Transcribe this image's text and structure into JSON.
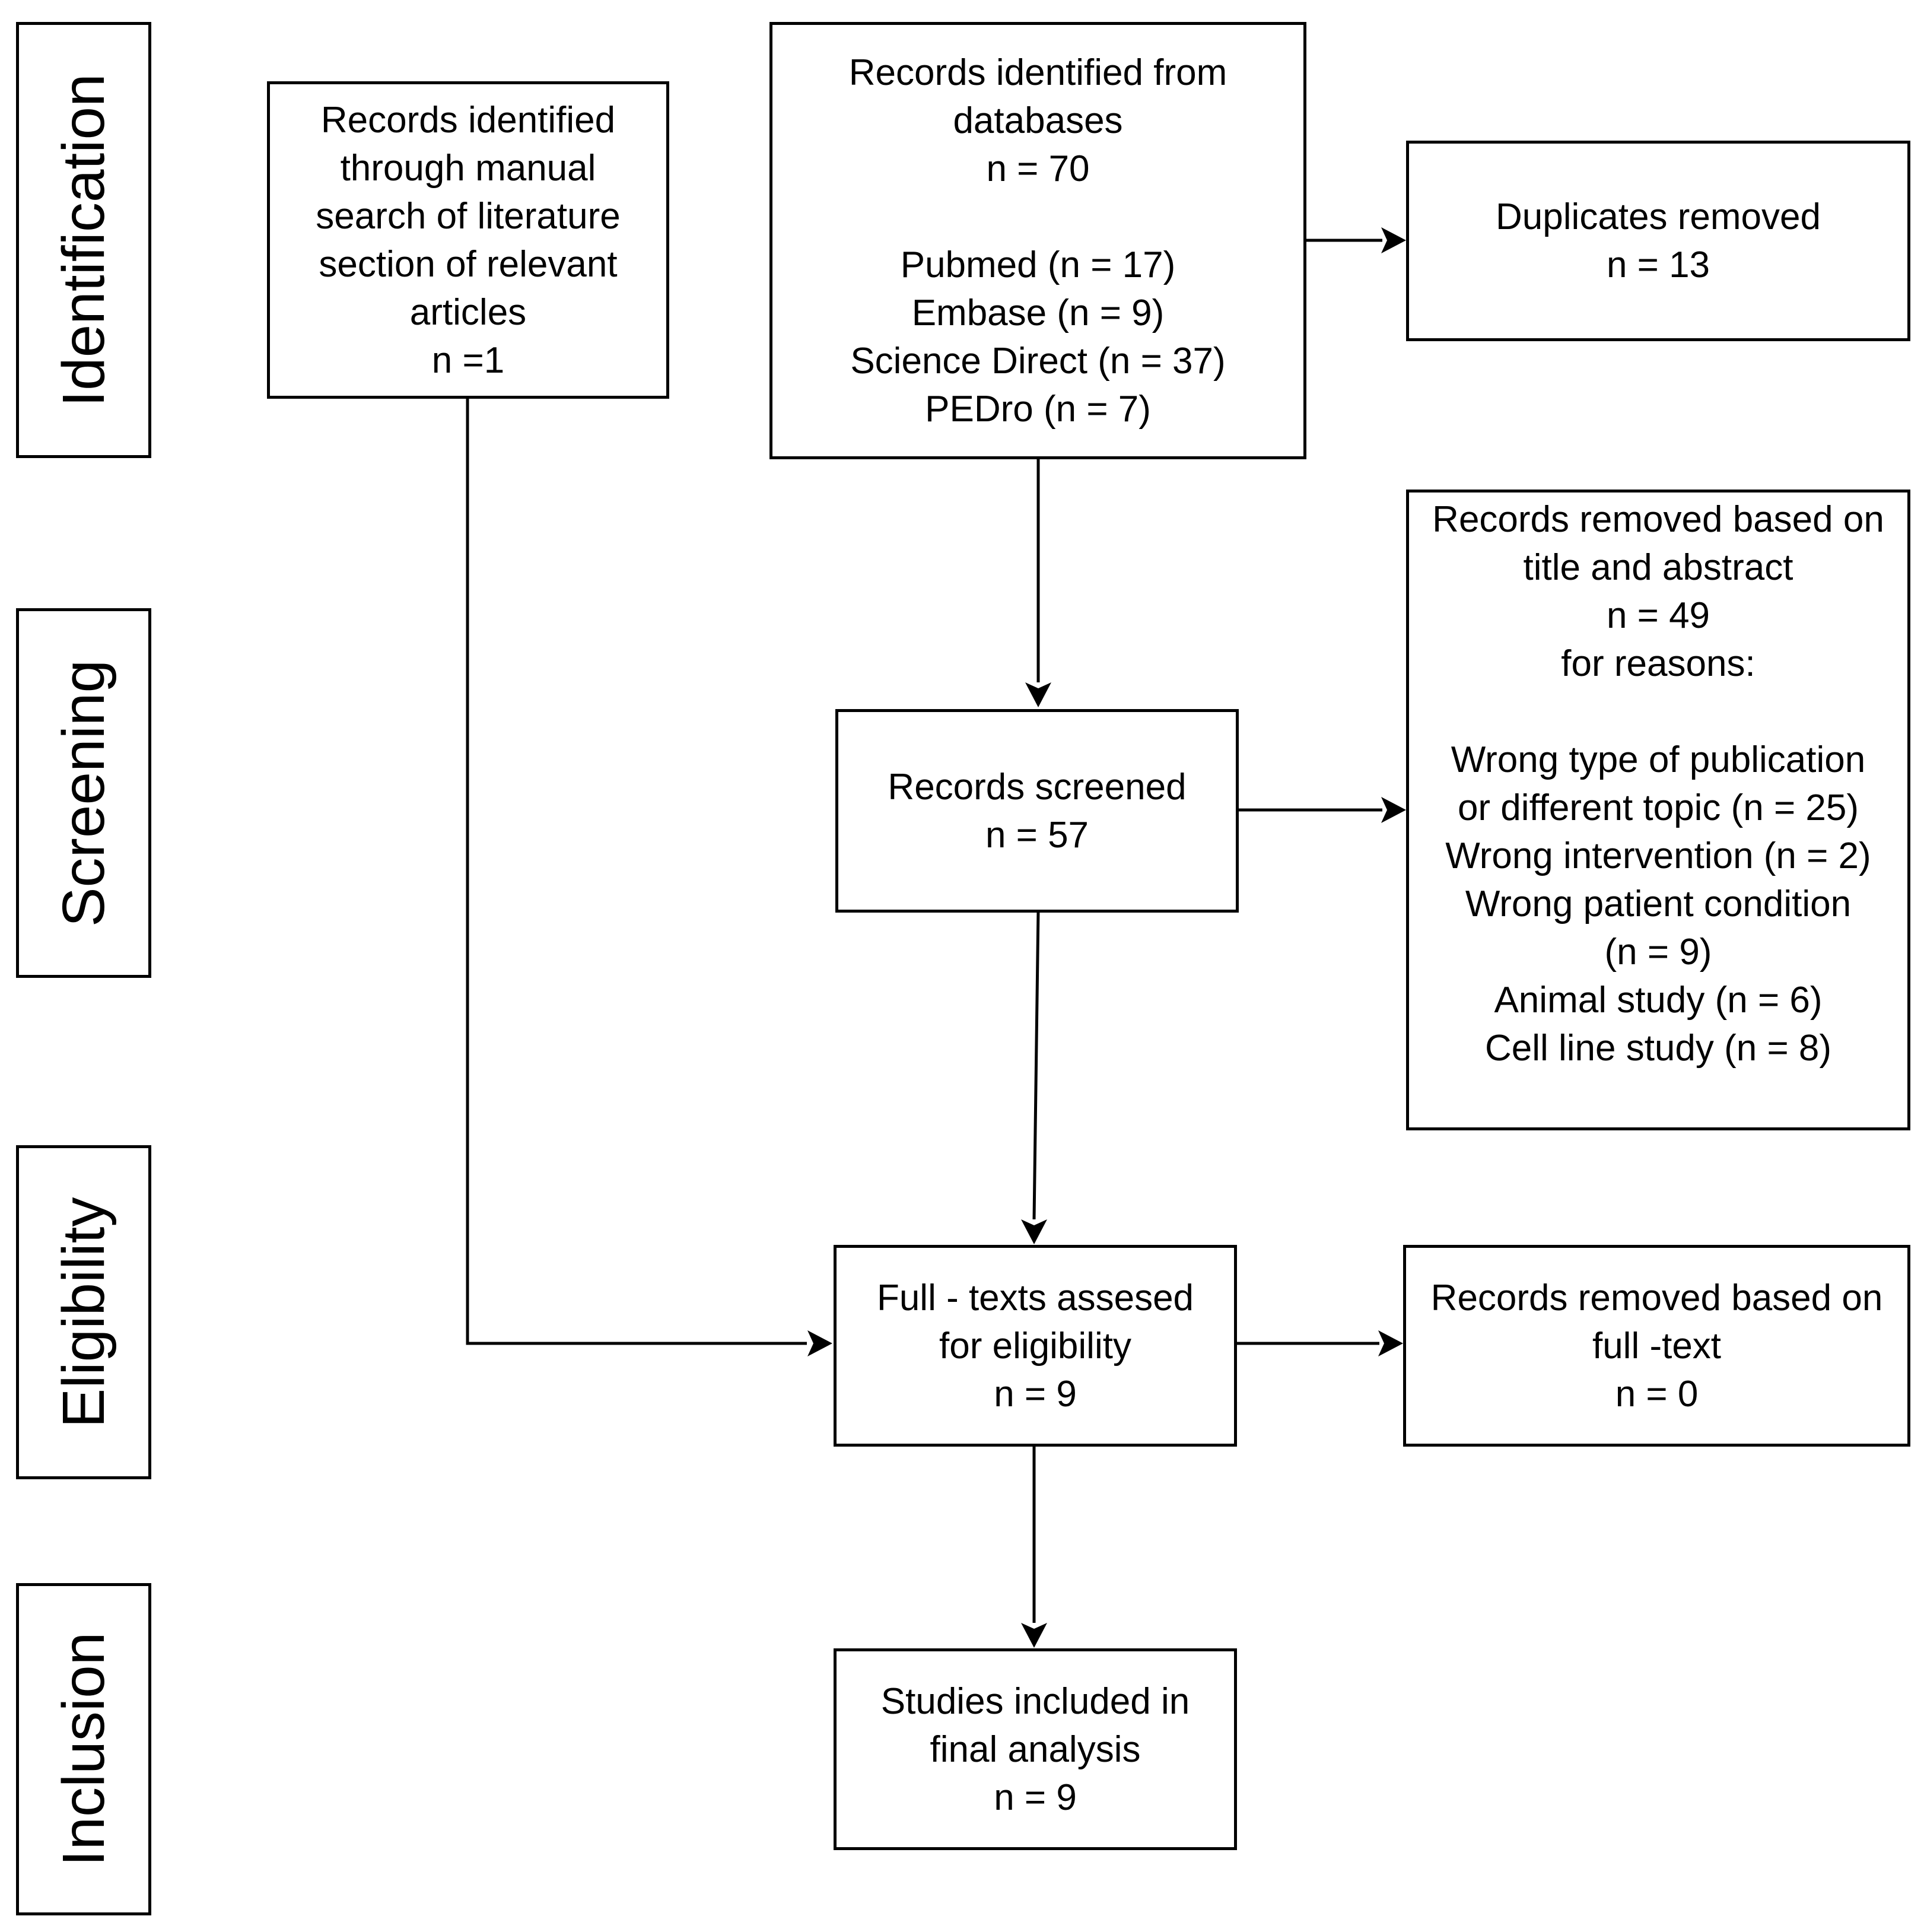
{
  "stages": {
    "identification": "Identification",
    "screening": "Screening",
    "eligibility": "Eligibility",
    "inclusion": "Inclusion"
  },
  "boxes": {
    "manual_search": {
      "lines": [
        "Records identified",
        "through manual",
        "search of literature",
        "section of relevant",
        "articles",
        "n =1"
      ]
    },
    "databases": {
      "lines": [
        "Records identified from",
        "databases",
        "n = 70",
        "",
        "Pubmed (n = 17)",
        "Embase (n = 9)",
        "Science Direct (n = 37)",
        "PEDro (n = 7)"
      ]
    },
    "duplicates": {
      "lines": [
        "Duplicates removed",
        "n = 13"
      ]
    },
    "screened": {
      "lines": [
        "Records screened",
        "n = 57"
      ]
    },
    "removed_title_abstract": {
      "lines": [
        "Records removed based on",
        "title and abstract",
        "n = 49",
        "for reasons:",
        "",
        "Wrong type of publication",
        "or different topic (n = 25)",
        "Wrong intervention (n = 2)",
        "Wrong patient condition",
        "(n = 9)",
        "Animal study (n = 6)",
        "Cell line study (n = 8)"
      ]
    },
    "full_texts": {
      "lines": [
        "Full - texts assesed",
        "for eligibility",
        "n = 9"
      ]
    },
    "removed_full_text": {
      "lines": [
        "Records removed based on",
        "full -text",
        "n = 0"
      ]
    },
    "included": {
      "lines": [
        "Studies included in",
        "final analysis",
        "n = 9"
      ]
    }
  },
  "colors": {
    "stroke": "#000000",
    "background": "#ffffff"
  }
}
